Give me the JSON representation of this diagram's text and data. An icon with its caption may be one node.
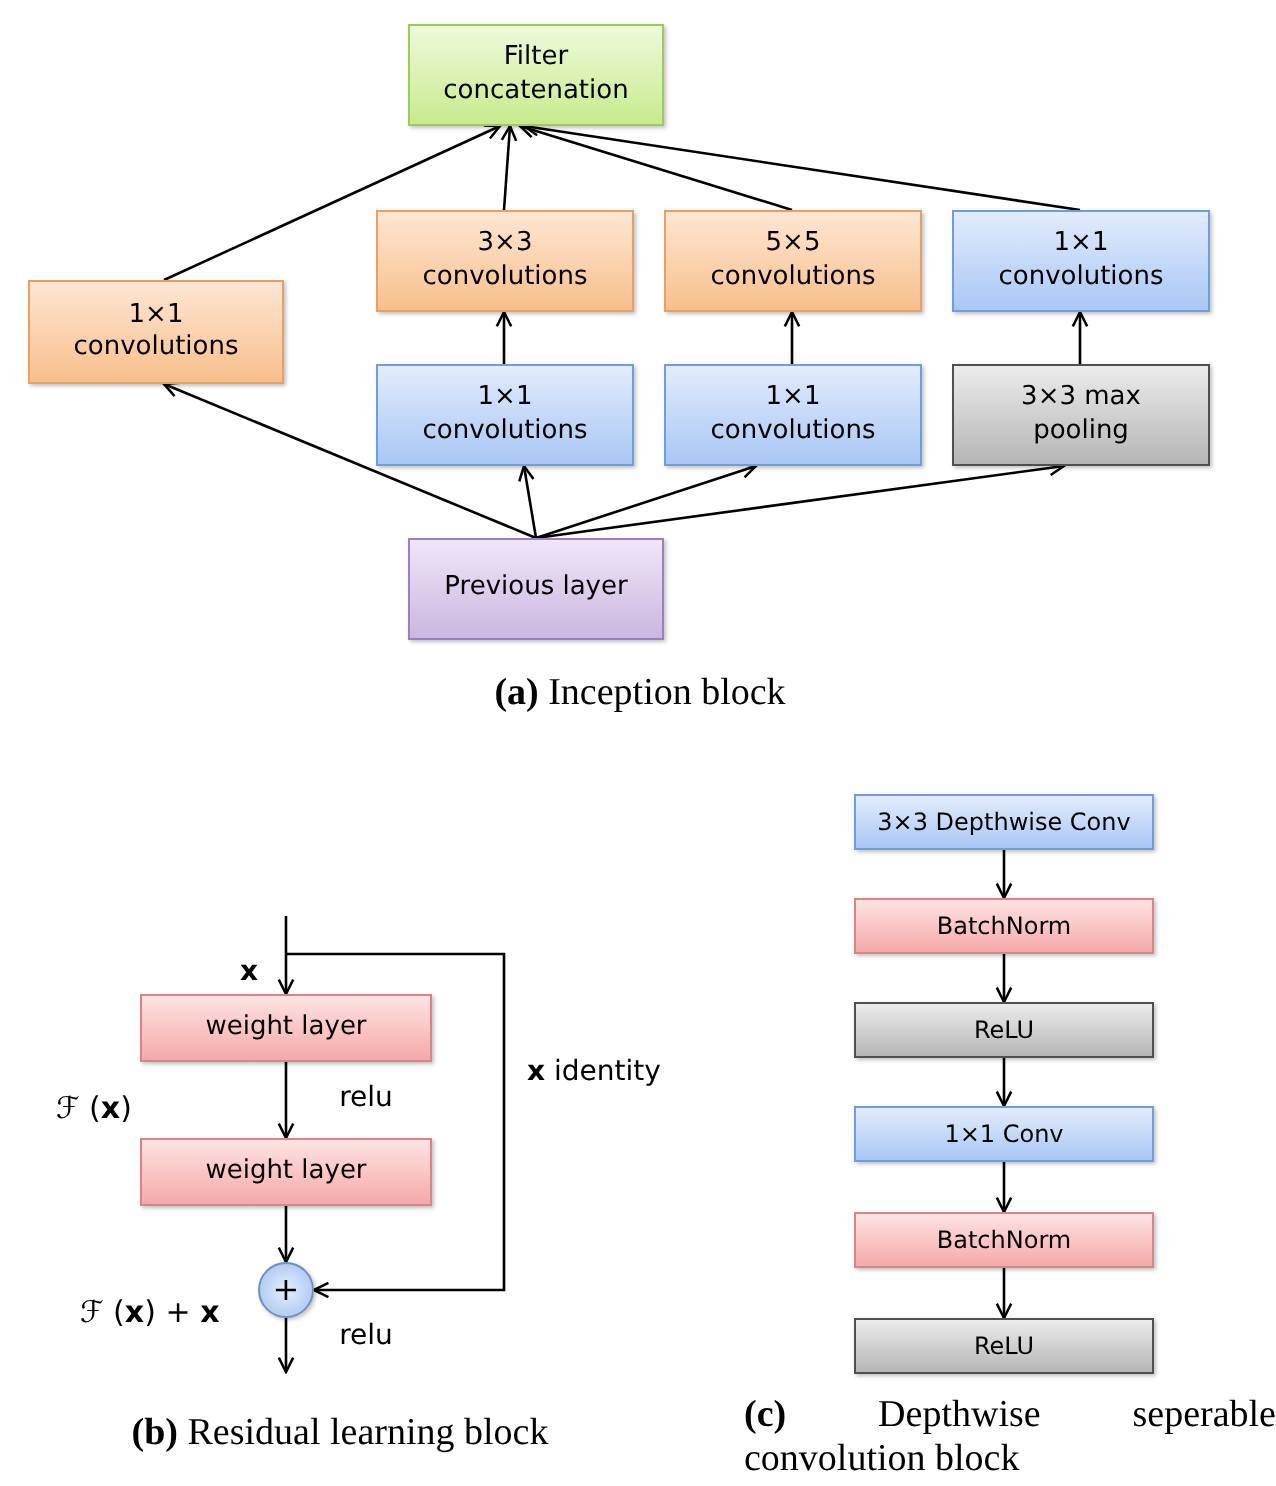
{
  "diagram": {
    "nodes": [
      {
        "text": [
          "Filter concatenation"
        ]
      },
      {
        "text": [
          "1×1 convolutions"
        ]
      },
      {
        "text": [
          "3×3 convolutions"
        ]
      },
      {
        "text": [
          "5×5 convolutions"
        ]
      },
      {
        "text": [
          "1×1 convolutions"
        ]
      },
      {
        "text": [
          "1×1 convolutions"
        ]
      },
      {
        "text": [
          "1×1 convolutions"
        ]
      },
      {
        "text": [
          "3×3 max pooling"
        ]
      },
      {
        "text": [
          "Previous layer"
        ]
      },
      {
        "text": [
          "weight layer"
        ]
      },
      {
        "text": [
          "weight layer"
        ]
      },
      {
        "text": [
          "+"
        ]
      },
      {
        "text": [
          "3×3 Depthwise Conv"
        ]
      },
      {
        "text": [
          "BatchNorm"
        ]
      },
      {
        "text": [
          "ReLU"
        ]
      },
      {
        "text": [
          "1×1 Conv"
        ]
      },
      {
        "text": [
          "BatchNorm"
        ]
      },
      {
        "text": [
          "ReLU"
        ]
      }
    ],
    "edges": [
      {
        "from": 1,
        "to": 0,
        "arrow": "to"
      },
      {
        "from": 2,
        "to": 0,
        "arrow": "to"
      },
      {
        "from": 3,
        "to": 0,
        "arrow": "to"
      },
      {
        "from": 4,
        "to": 0,
        "arrow": "to"
      },
      {
        "from": 5,
        "to": 2,
        "arrow": "to"
      },
      {
        "from": 6,
        "to": 3,
        "arrow": "to"
      },
      {
        "from": 7,
        "to": 4,
        "arrow": "to"
      },
      {
        "from": 8,
        "to": 1,
        "arrow": "to"
      },
      {
        "from": 8,
        "to": 5,
        "arrow": "to"
      },
      {
        "from": 8,
        "to": 6,
        "arrow": "to"
      },
      {
        "from": 8,
        "to": 7,
        "arrow": "to"
      },
      {
        "from": null,
        "to": 9,
        "arrow": "to"
      },
      {
        "from": null,
        "to": 11,
        "arrow": "to",
        "label": "**x** identity"
      },
      {
        "from": 9,
        "to": 10,
        "arrow": "to",
        "label": "relu"
      },
      {
        "from": 10,
        "to": 11,
        "arrow": "to"
      },
      {
        "from": 11,
        "to": null,
        "arrow": "to",
        "label": "relu"
      },
      {
        "from": 12,
        "to": 13,
        "arrow": "to"
      },
      {
        "from": 13,
        "to": 14,
        "arrow": "to"
      },
      {
        "from": 14,
        "to": 15,
        "arrow": "to"
      },
      {
        "from": 15,
        "to": 16,
        "arrow": "to"
      },
      {
        "from": 16,
        "to": 17,
        "arrow": "to"
      }
    ],
    "labels": [
      "**(a)** Inception block",
      "**x**",
      "ℱ (**x**)",
      "ℱ (**x**) + **x**",
      "**(b)** Residual learning block",
      "**(c)** Depthwise seperable convolution block"
    ]
  }
}
